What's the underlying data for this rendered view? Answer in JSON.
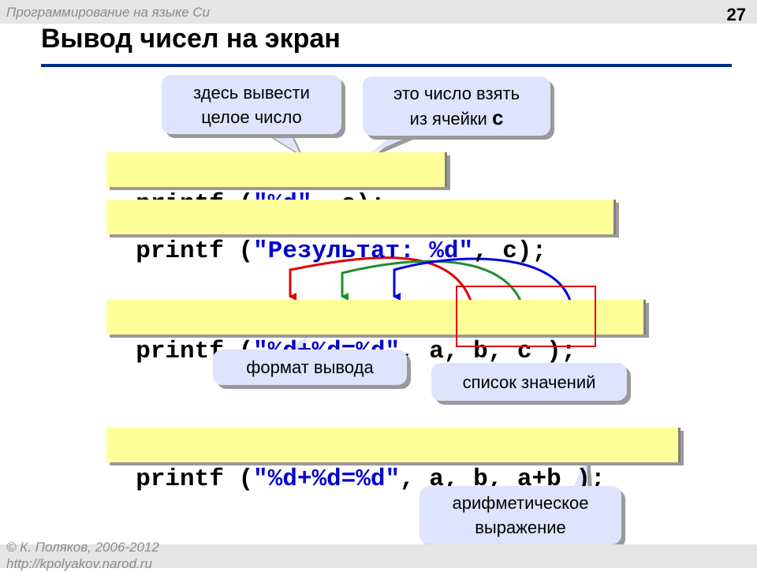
{
  "header": {
    "course": "Программирование на языке Си",
    "page_number": "27"
  },
  "title": "Вывод чисел на экран",
  "code_lines": [
    {
      "pre": "printf (",
      "str": "\"%d\"",
      "post": ", c);"
    },
    {
      "pre": "printf (",
      "str": "\"Результат: %d\"",
      "post": ", c);"
    },
    {
      "pre": "printf (",
      "str": "\"%d+%d=%d\"",
      "post": ", a, b, c );"
    },
    {
      "pre": "printf (",
      "str": "\"%d+%d=%d\"",
      "post": ", a, b, a+b );"
    }
  ],
  "callouts": {
    "print_int": {
      "line1": "здесь вывести",
      "line2": "целое число"
    },
    "take_from": {
      "line1": "это число взять",
      "line2_prefix": "из ячейки ",
      "line2_var": "c"
    },
    "format": "формат вывода",
    "values": "список значений",
    "arith": {
      "line1": "арифметическое",
      "line2": "выражение"
    }
  },
  "arrow_colors": {
    "red": "#e00000",
    "green": "#1f8f2a",
    "blue": "#0000dd"
  },
  "footer": {
    "author": "© К. Поляков, 2006-2012",
    "url": "http://kpolyakov.narod.ru"
  }
}
